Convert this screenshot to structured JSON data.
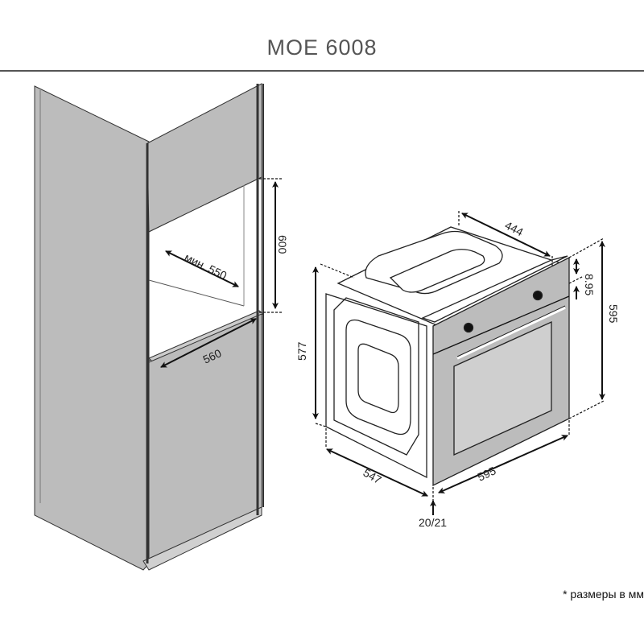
{
  "title": "MOE 6008",
  "footnote": "* размеры в мм",
  "cabinet_dims": {
    "depth_min": "мин. 550",
    "height": "600",
    "width": "560"
  },
  "oven_dims": {
    "top_depth": "444",
    "panel_offset": "8.95",
    "front_height": "595",
    "side_height": "577",
    "depth": "547",
    "front_width": "595",
    "door_offset": "20/21"
  },
  "colors": {
    "panel": "#bcbcbc",
    "line": "#1a1a1a",
    "title": "#555555"
  }
}
